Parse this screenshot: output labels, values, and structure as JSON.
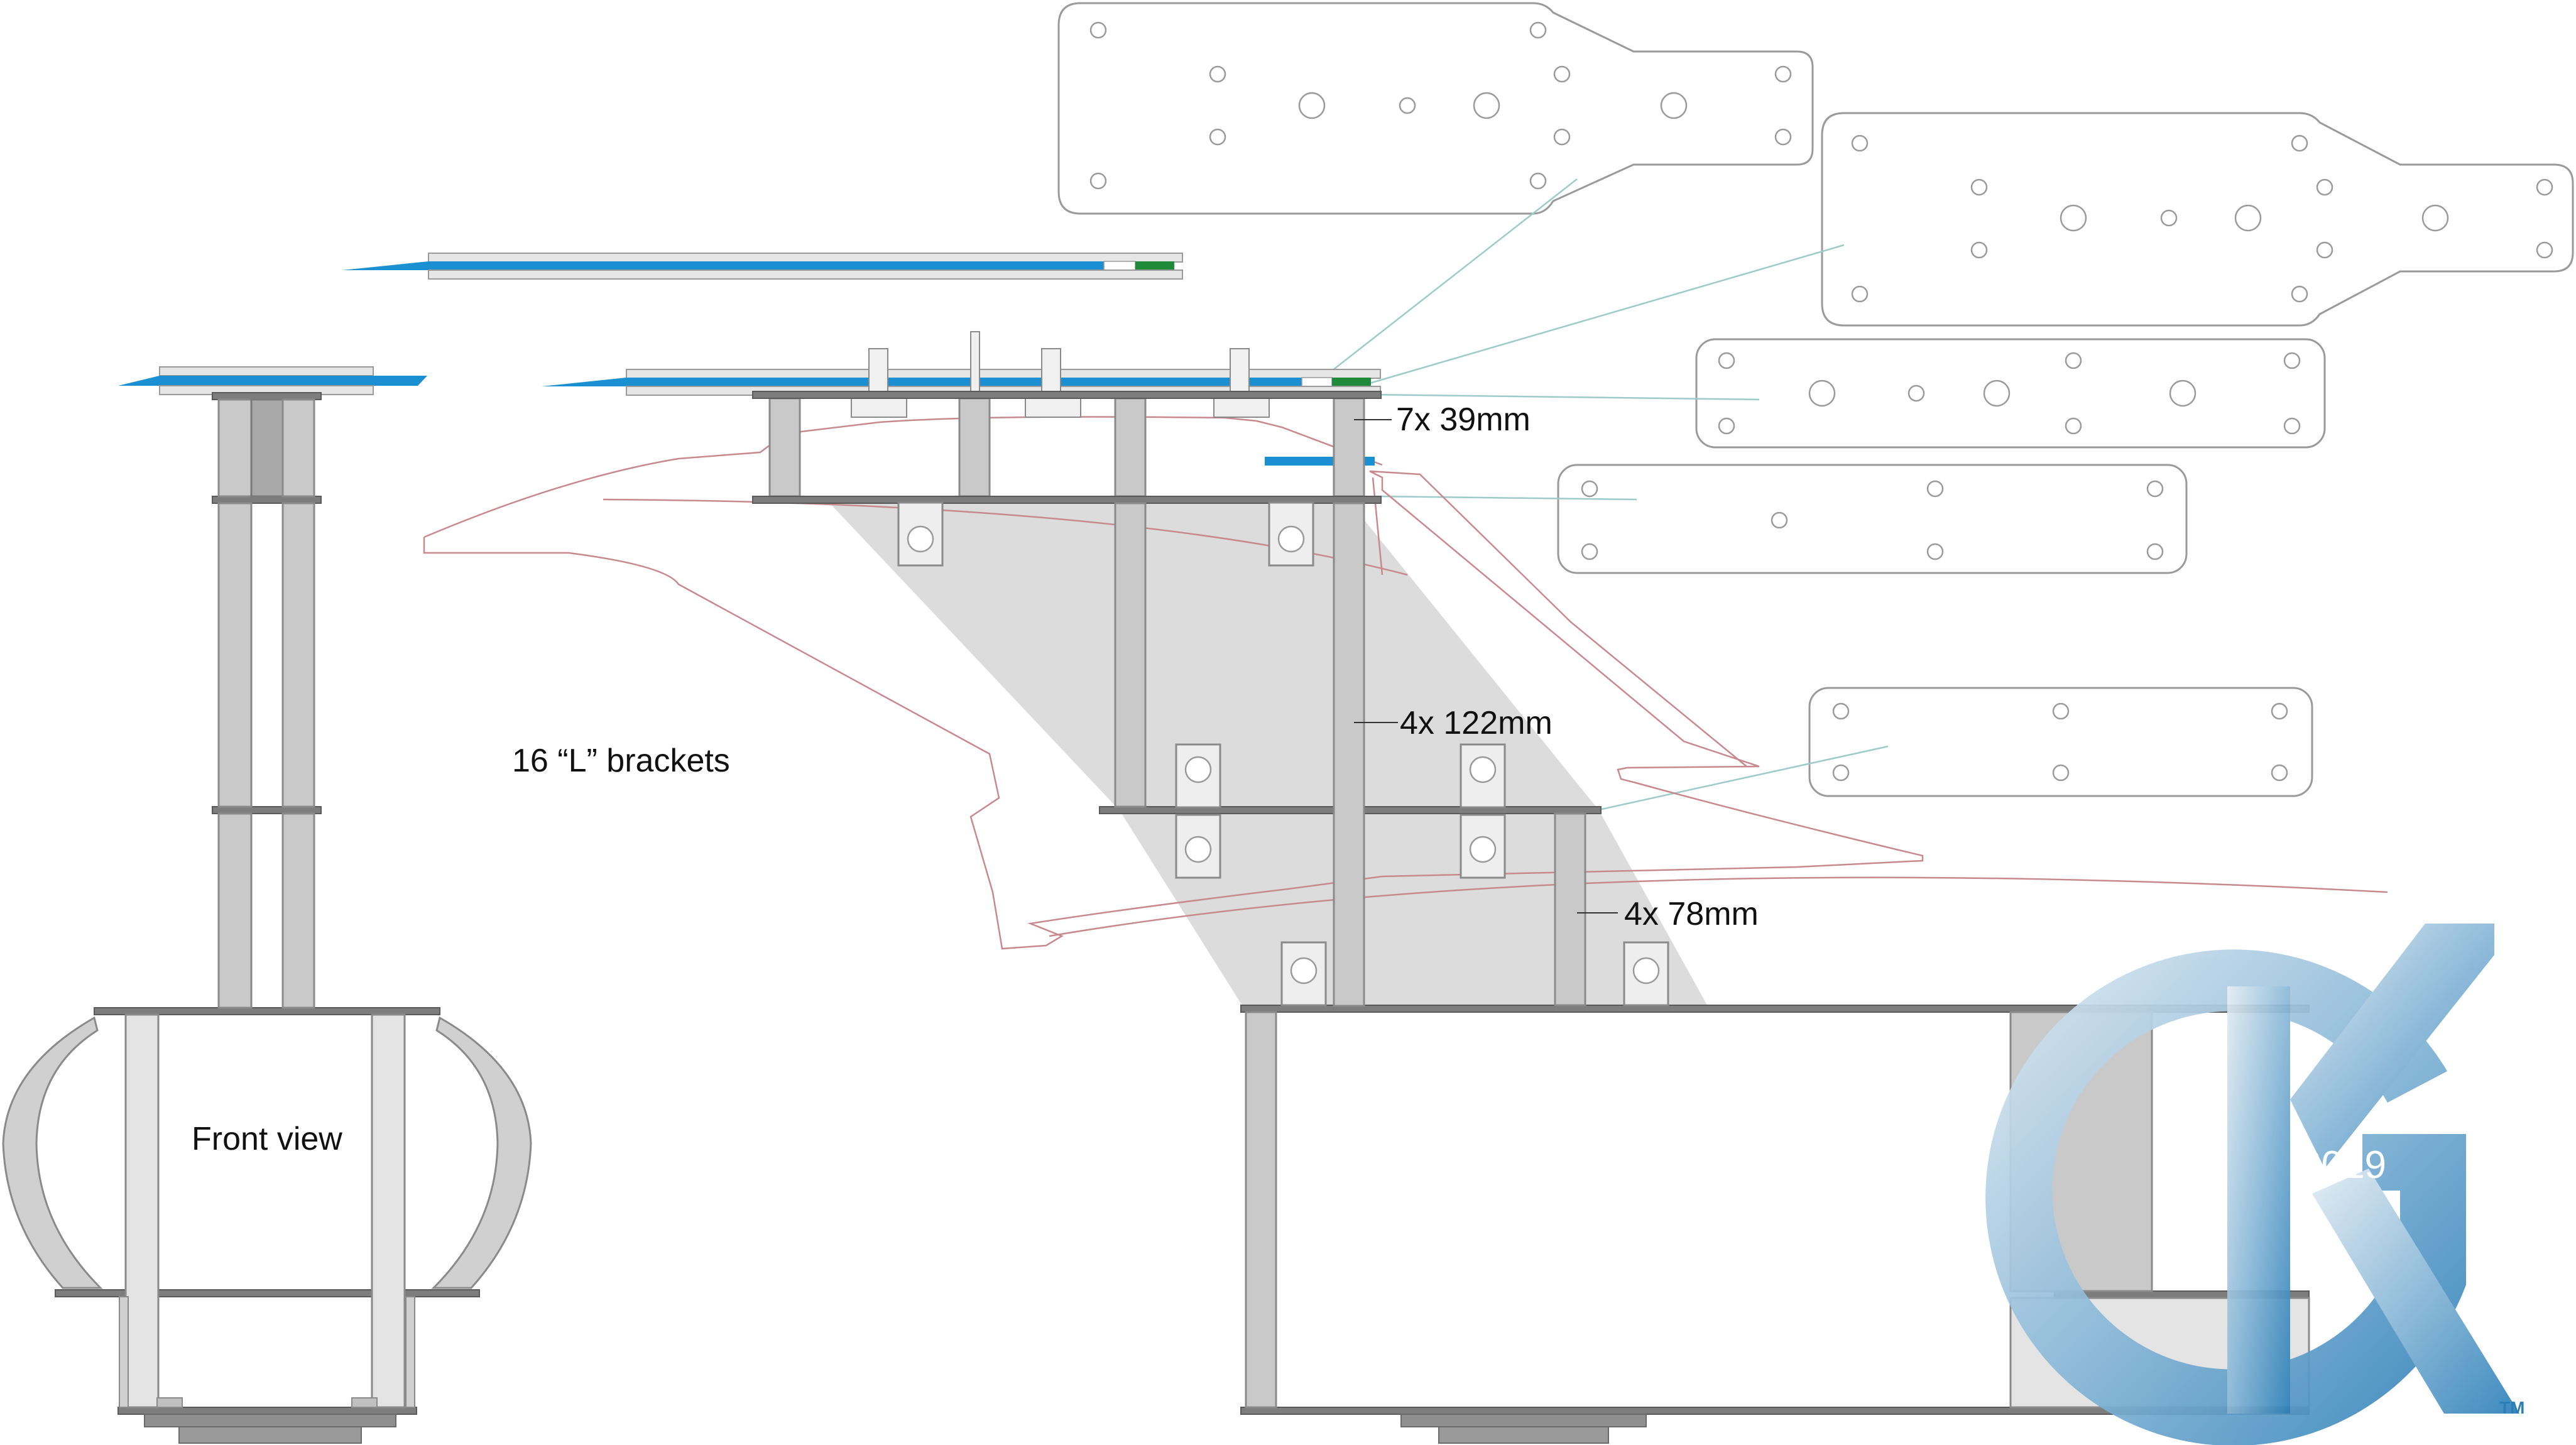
{
  "labels": {
    "front_view": "Front view",
    "brackets": "16 “L” brackets",
    "standoff_39": "7x 39mm",
    "standoff_122": "4x 122mm",
    "standoff_78": "4x 78mm"
  },
  "logo": {
    "year": "2019",
    "trademark": "TM",
    "colors": {
      "light": "#d9e6ef",
      "mid": "#7fb0d3",
      "dark": "#2b7fb8"
    }
  },
  "colors": {
    "board_blue": "#1a8fd1",
    "board_green": "#1f8a3a",
    "shade": "#dcdcdc",
    "plate": "#7d7d7d",
    "outline_red": "#c8898e",
    "leader_teal": "#9ccbc9"
  }
}
